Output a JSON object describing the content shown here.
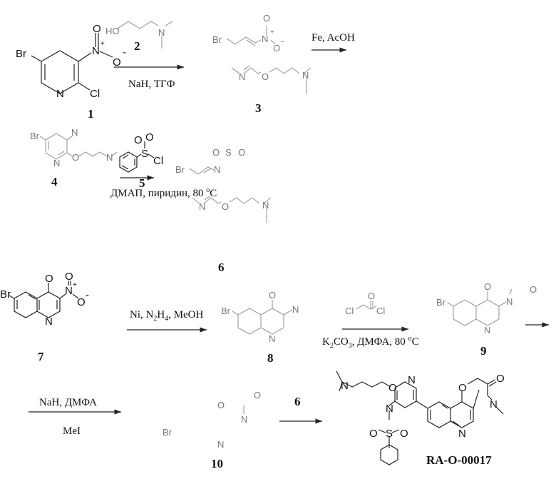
{
  "compounds": {
    "c1": {
      "label": "1",
      "atoms": {
        "br": "Br",
        "n_ring": "N",
        "cl": "Cl",
        "n_nitro": "N",
        "plus": "+",
        "o1": "O",
        "o2": "O",
        "minus": "-"
      }
    },
    "c2": {
      "label": "2",
      "atoms": {
        "ho": "HO",
        "n": "N"
      }
    },
    "c3": {
      "label": "3",
      "atoms": {
        "br": "Br",
        "n_nitro": "N",
        "plus": "+",
        "o1": "O",
        "o2": "O",
        "minus": "-",
        "n_imine": "N",
        "o_ether": "O",
        "n_amine": "N"
      }
    },
    "c4": {
      "label": "4",
      "atoms": {
        "br": "Br",
        "n_amino": "N",
        "n_ring": "N",
        "o": "O",
        "n_amine": "N"
      }
    },
    "c5": {
      "label": "5",
      "atoms": {
        "s": "S",
        "o1": "O",
        "o2": "O",
        "cl": "Cl"
      }
    },
    "c6": {
      "label": "6",
      "atoms": {
        "br": "Br",
        "n_sulf": "N",
        "o1": "O",
        "s": "S",
        "o2": "O",
        "n_imine": "N",
        "o_ether": "O",
        "n_amine": "N"
      }
    },
    "c7": {
      "label": "7",
      "atoms": {
        "br": "Br",
        "o": "O",
        "n_nitro": "N",
        "plus": "+",
        "o1": "O",
        "o2": "O",
        "minus": "-",
        "n_ring": "N"
      }
    },
    "c8": {
      "label": "8",
      "atoms": {
        "br": "Br",
        "o": "O",
        "n": "N",
        "n_ring": "N"
      }
    },
    "chloroacetyl": {
      "atoms": {
        "cl1": "Cl",
        "o": "O",
        "cl2": "Cl"
      }
    },
    "c9": {
      "label": "9",
      "atoms": {
        "br": "Br",
        "o": "O",
        "n": "N",
        "o2": "O",
        "n_ring": "N"
      }
    },
    "c10": {
      "label": "10",
      "atoms": {
        "br": "Br",
        "o1": "O",
        "n1": "N",
        "o2": "O",
        "n2": "N"
      }
    },
    "product": {
      "label": "RA-O-00017",
      "atoms": {
        "n_amine": "N",
        "o_ether": "O",
        "n_pyr": "N",
        "n_sulf": "N",
        "s": "S",
        "o1": "O",
        "o2": "O",
        "o_ring": "O",
        "o_carbonyl": "O",
        "n_lactam": "N",
        "n_quin": "N"
      }
    }
  },
  "reagents": {
    "step1": "NaH, ТГФ",
    "step2": "Fe, AcOH",
    "step3_pre": "ДМАП, пиридин, 80 ",
    "step3_sup": "o",
    "step3_post": "C",
    "step4_a": "Ni, N",
    "step4_sub1": "2",
    "step4_b": "H",
    "step4_sub2": "4",
    "step4_c": ", MeOH",
    "step5_a": "K",
    "step5_sub1": "2",
    "step5_b": "CO",
    "step5_sub2": "3",
    "step5_c": ", ДМФА, 80 ",
    "step5_sup": "o",
    "step5_d": "C",
    "step6_top": "NaH, ДМФА",
    "step6_bottom": "MeI",
    "step7": "6"
  }
}
